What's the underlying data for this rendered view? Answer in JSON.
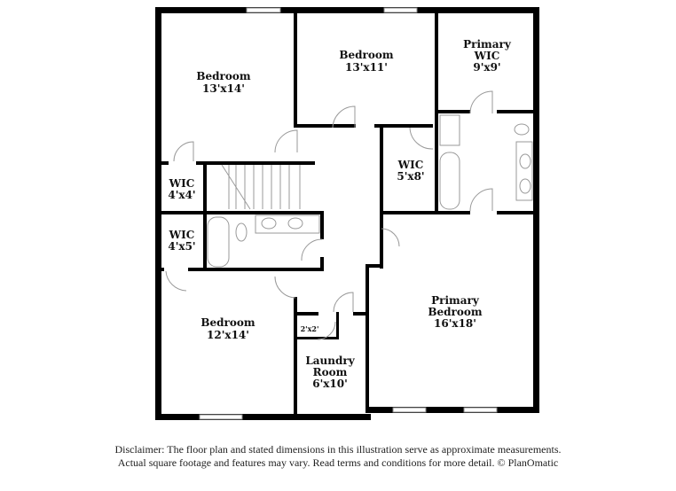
{
  "rooms": [
    {
      "name": "Bedroom",
      "size": "13'x14'"
    },
    {
      "name": "Bedroom",
      "size": "13'x11'"
    },
    {
      "name": "Primary WIC",
      "name_lines": [
        "Primary",
        "WIC"
      ],
      "size": "9'x9'"
    },
    {
      "name": "WIC",
      "size": "5'x8'"
    },
    {
      "name": "WIC",
      "size": "4'x4'"
    },
    {
      "name": "WIC",
      "size": "4'x5'"
    },
    {
      "name": "Bedroom",
      "size": "12'x14'"
    },
    {
      "name": "Primary Bedroom",
      "name_lines": [
        "Primary",
        "Bedroom"
      ],
      "size": "16'x18'"
    },
    {
      "name": "Laundry Room",
      "name_lines": [
        "Laundry",
        "Room"
      ],
      "size": "6'x10'"
    },
    {
      "name": "",
      "size": "2'x2'"
    }
  ],
  "disclaimer": {
    "line1": "Disclaimer: The floor plan and stated dimensions in this illustration serve as approximate measurements.",
    "line2": "Actual square footage and features may vary. Read terms and conditions for more detail. © PlanOmatic"
  },
  "colors": {
    "walls": "#000000",
    "background": "#ffffff"
  }
}
